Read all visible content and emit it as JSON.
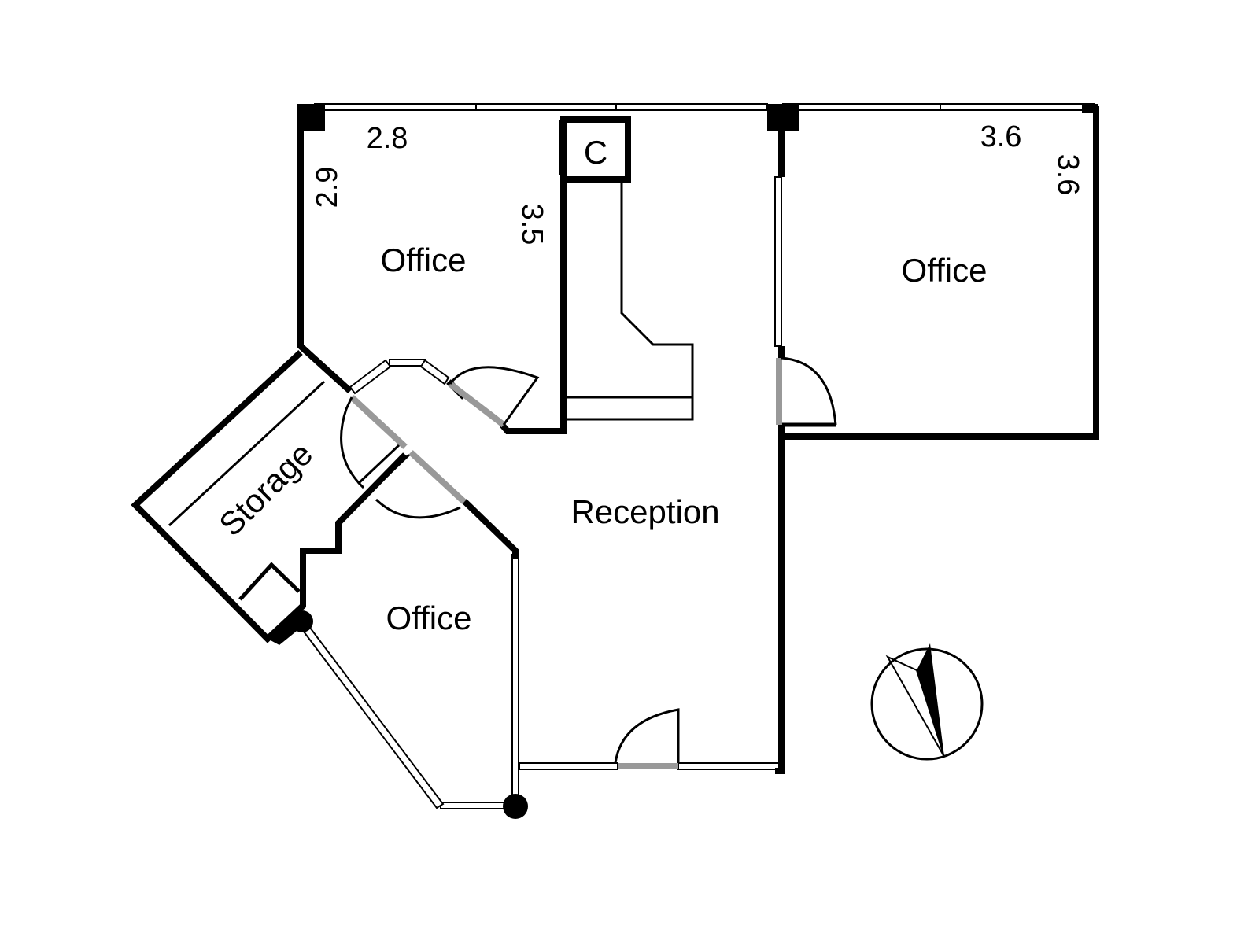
{
  "rooms": {
    "office_top_left": {
      "label": "Office",
      "width": "2.8",
      "depth": "2.9",
      "side": "3.5"
    },
    "office_right": {
      "label": "Office",
      "width": "3.6",
      "depth": "3.6"
    },
    "office_bottom": {
      "label": "Office"
    },
    "reception": {
      "label": "Reception"
    },
    "storage": {
      "label": "Storage"
    },
    "cupboard": {
      "label": "C"
    }
  },
  "colors": {
    "wall": "#000000",
    "door_opening": "#999999",
    "background": "#ffffff"
  },
  "compass": {
    "icon": "north-arrow-icon"
  }
}
